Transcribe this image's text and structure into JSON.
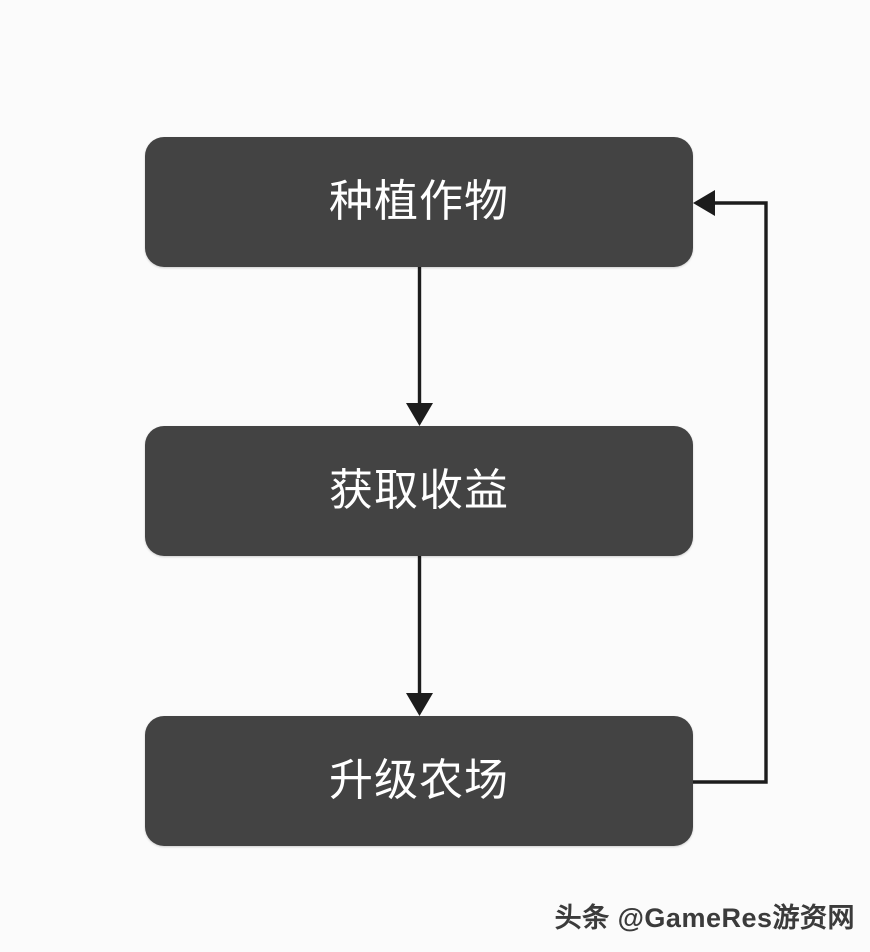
{
  "diagram": {
    "type": "flowchart",
    "title": "",
    "orientation": "vertical",
    "background_color": "#fbfbfb",
    "node_fill_color": "#434343",
    "node_text_color": "#ffffff",
    "connector_color": "#1c1c1c",
    "nodes": [
      {
        "id": "plant-crops",
        "label": "种植作物"
      },
      {
        "id": "obtain-profit",
        "label": "获取收益"
      },
      {
        "id": "upgrade-farm",
        "label": "升级农场"
      }
    ],
    "edges": [
      {
        "id": "edge-plant-to-profit",
        "from": "plant-crops",
        "to": "obtain-profit",
        "style": "straight-down",
        "arrow": "down"
      },
      {
        "id": "edge-profit-to-upgrade",
        "from": "obtain-profit",
        "to": "upgrade-farm",
        "style": "straight-down",
        "arrow": "down"
      },
      {
        "id": "edge-upgrade-to-plant",
        "from": "upgrade-farm",
        "to": "plant-crops",
        "style": "loop-right",
        "arrow": "left"
      }
    ]
  },
  "watermark": {
    "text": "头条 @GameRes游资网"
  }
}
